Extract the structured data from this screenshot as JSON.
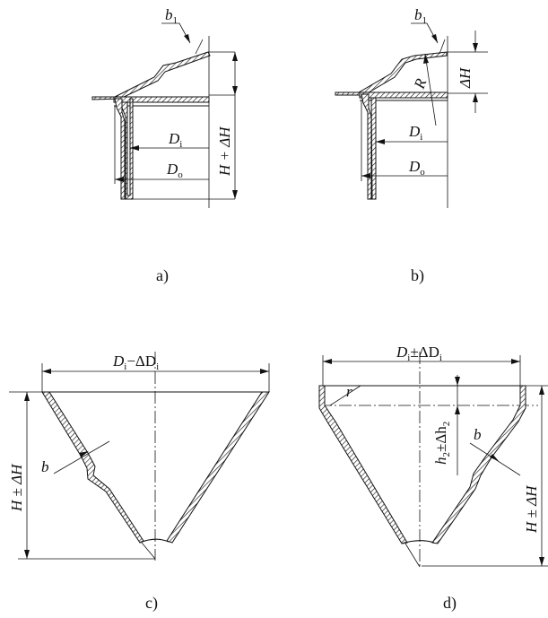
{
  "panels": {
    "a": {
      "caption": "a)",
      "labels": {
        "b1": "b",
        "b1_sub": "1",
        "di": "D",
        "di_sub": "i",
        "do": "D",
        "do_sub": "o",
        "height": "H + ΔH"
      }
    },
    "b": {
      "caption": "b)",
      "labels": {
        "b1": "b",
        "b1_sub": "1",
        "dh": "ΔH",
        "r": "R",
        "di": "D",
        "di_sub": "i",
        "do": "D",
        "do_sub": "o"
      }
    },
    "c": {
      "caption": "c)",
      "labels": {
        "top": "D",
        "top_sub": "i",
        "top_rest": "−ΔD",
        "top_rest_sub": "i",
        "b": "b",
        "height": "H ± ΔH"
      }
    },
    "d": {
      "caption": "d)",
      "labels": {
        "top": "D",
        "top_sub": "i",
        "top_rest": "±ΔD",
        "top_rest_sub": "i",
        "r": "r",
        "h2": "h",
        "h2_sub": "2",
        "h2_rest": "±Δh",
        "h2_rest_sub": "2",
        "b": "b",
        "height": "H ± ΔH"
      }
    }
  }
}
